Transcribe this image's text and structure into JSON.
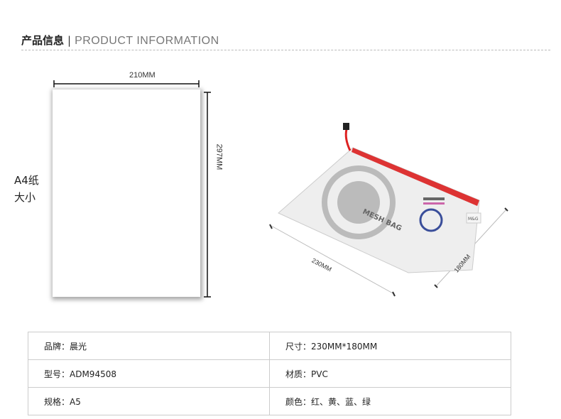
{
  "header": {
    "title_cn": "产品信息",
    "separator": "|",
    "title_en": "PRODUCT INFORMATION"
  },
  "paper": {
    "label_lines": [
      "A4纸",
      "大小"
    ],
    "width": "210MM",
    "height": "297MM"
  },
  "bag": {
    "width": "230MM",
    "height": "180MM",
    "print_text": "MESH BAG",
    "tag": "M&G"
  },
  "specs": [
    [
      "品牌：晨光",
      "尺寸：230MM*180MM"
    ],
    [
      "型号：ADM94508",
      "材质：PVC"
    ],
    [
      "规格：A5",
      "颜色：红、黄、蓝、绿"
    ]
  ]
}
